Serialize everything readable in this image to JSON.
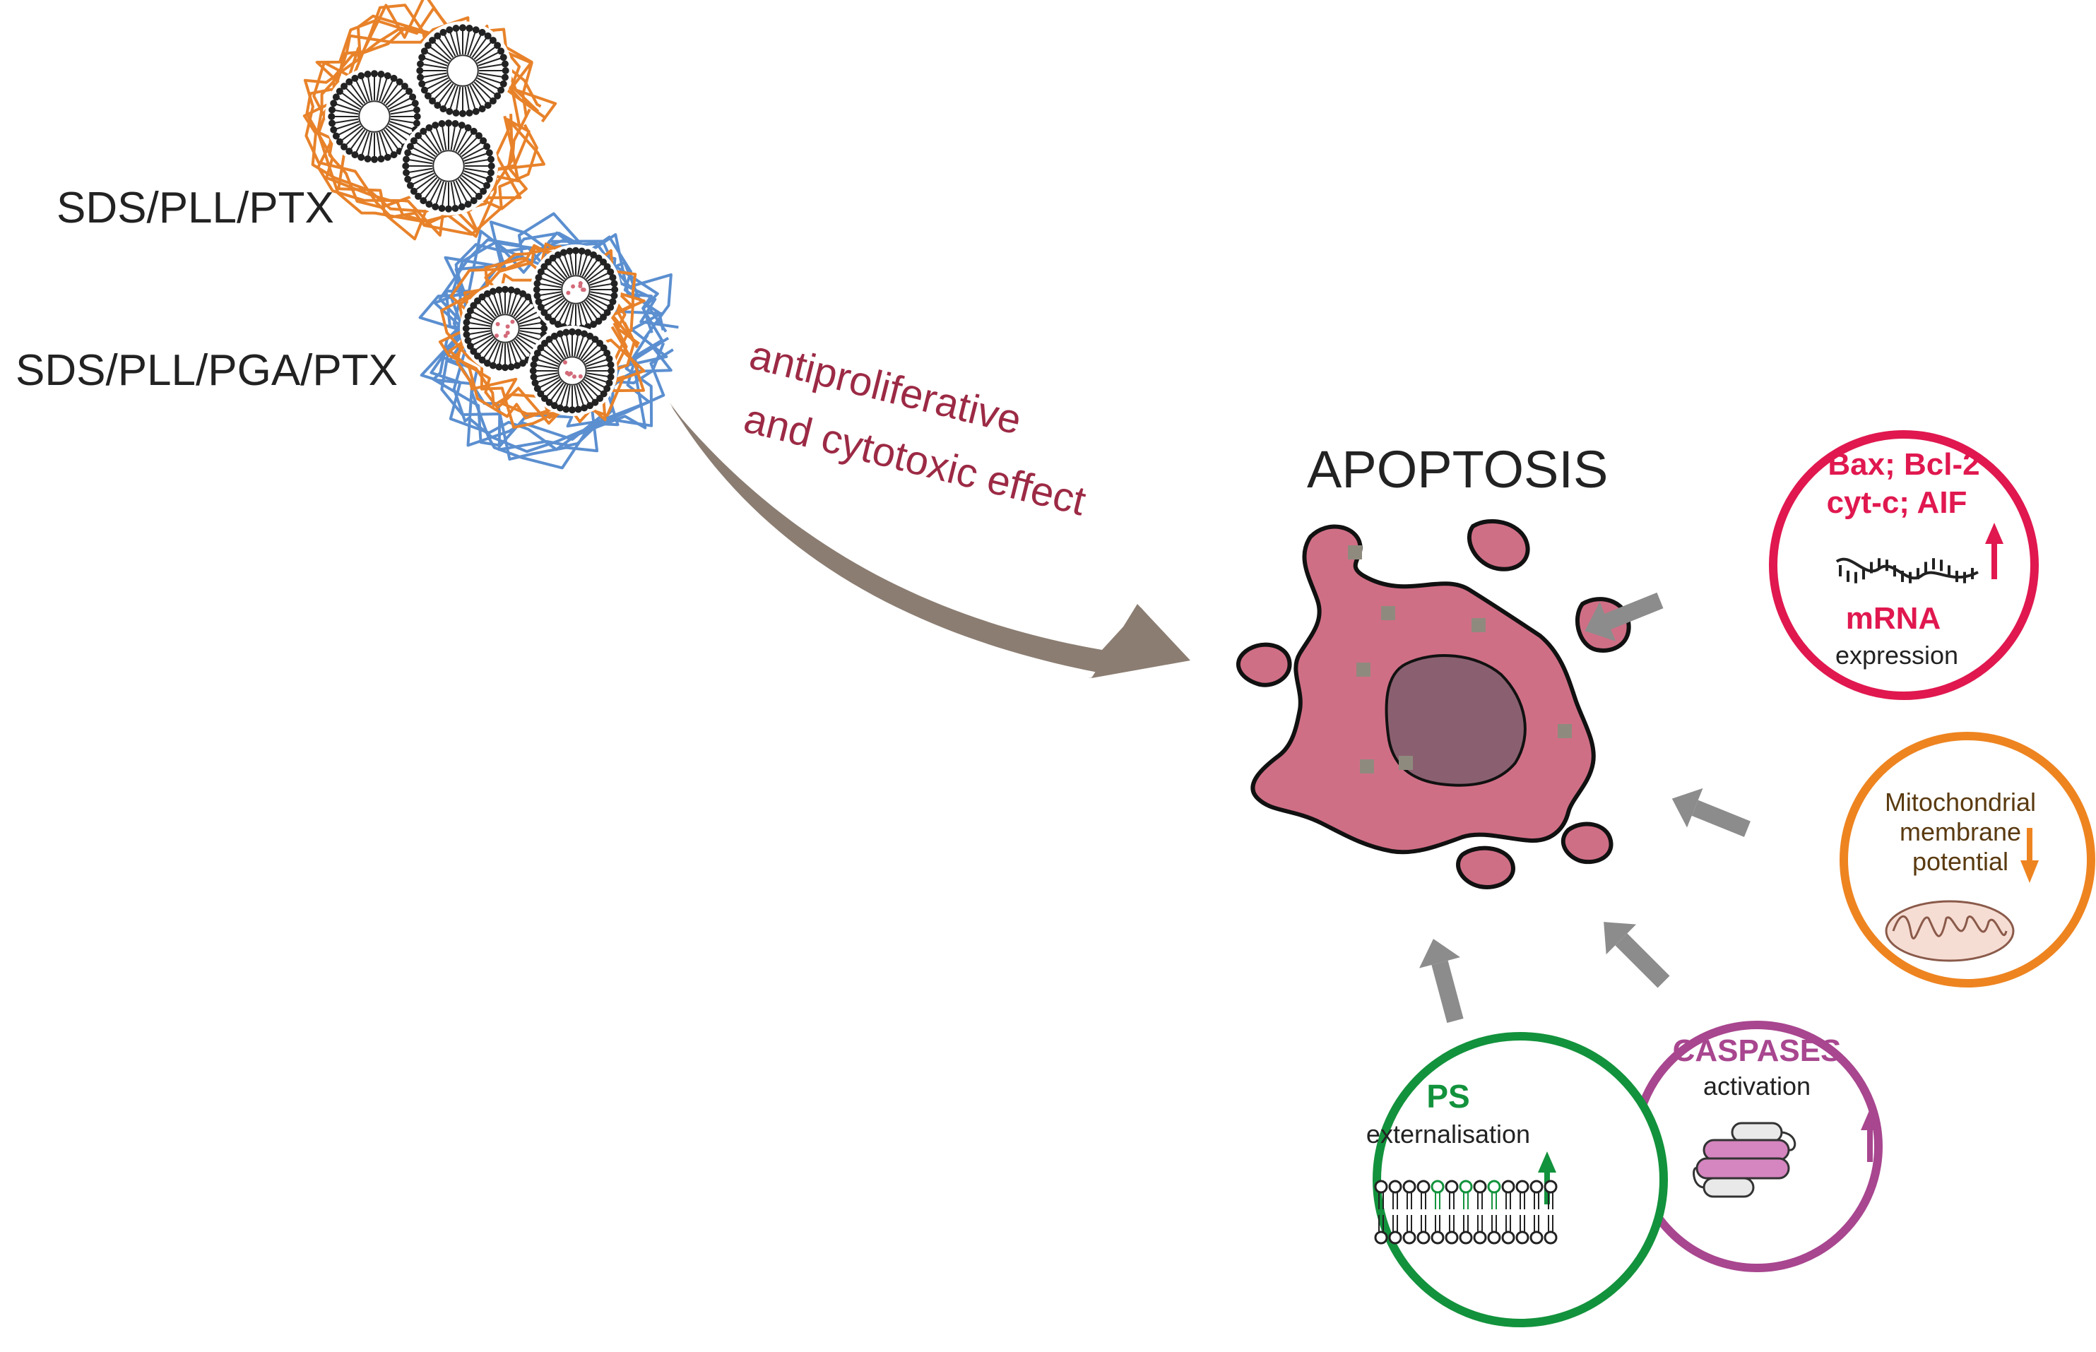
{
  "nanoparticles": {
    "first_label": "SDS/PLL/PTX",
    "second_label": "SDS/PLL/PGA/PTX"
  },
  "effect_arrow": {
    "line1": "antiproliferative",
    "line2": "and cytotoxic  effect"
  },
  "center": {
    "title": "APOPTOSIS"
  },
  "markers": {
    "gene": {
      "title_line1": "Bax; Bcl-2",
      "title_line2": "cyt-c; AIF",
      "subtitle": "mRNA",
      "caption": "expression",
      "trend": "up",
      "color": "#e0184f"
    },
    "mito": {
      "line1": "Mitochondrial",
      "line2": "membrane",
      "line3": "potential",
      "trend": "down",
      "color": "#ee8420"
    },
    "caspase": {
      "title": "CASPASES",
      "caption": "activation",
      "trend": "up",
      "color": "#a8468f"
    },
    "ps": {
      "title": "PS",
      "caption": "externalisation",
      "trend": "up",
      "color": "#12923c"
    }
  },
  "colors": {
    "orange_polymer": "#e8822a",
    "blue_polymer": "#5b8fd0",
    "cell_body": "#cf6f86",
    "nucleus": "#8a6070",
    "effect_text": "#9c2a45",
    "effect_arrow": "#8b7d72",
    "grey_arrow": "#8c8c8c"
  }
}
